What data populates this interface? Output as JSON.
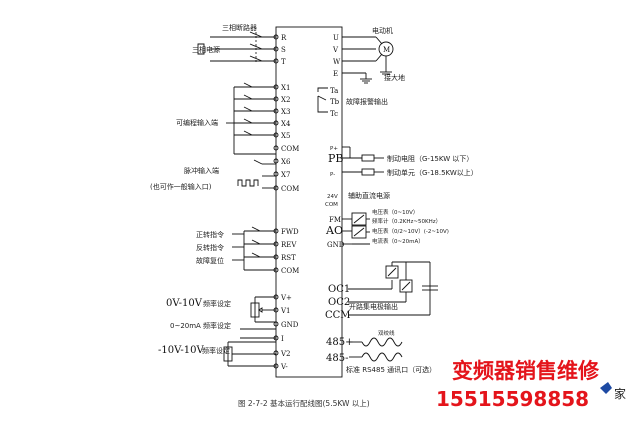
{
  "left_labels": {
    "breaker": "三相断路器",
    "power": "三相电源",
    "programmable_inputs": "可编程输入端",
    "pulse_input": "脉冲输入端",
    "pulse_input_note": "(也可作一般输入口)",
    "forward": "正转指令",
    "reverse": "反转指令",
    "fault_reset": "故障复位",
    "v_set": "0V-10V",
    "v_set_suffix": "频率设定",
    "ma_set": "0~20mA 频率设定",
    "bipolar_set": "-10V-10V",
    "bipolar_suffix": "频率设定"
  },
  "left_terminals": [
    "R",
    "S",
    "T",
    "X1",
    "X2",
    "X3",
    "X4",
    "X5",
    "COM",
    "X6",
    "X7",
    "COM",
    "FWD",
    "REV",
    "RST",
    "COM",
    "V+",
    "V1",
    "GND",
    "I",
    "V2",
    "V-"
  ],
  "right_terminals": {
    "motor_out": [
      "U",
      "V",
      "W",
      "E"
    ],
    "relay": [
      "Ta",
      "Tb",
      "Tc"
    ],
    "brake": [
      "P+",
      "PB",
      "P-"
    ],
    "aux": [
      "24V",
      "COM"
    ],
    "analog": [
      "FM",
      "AO",
      "GND"
    ],
    "oc": [
      "OC1",
      "OC2",
      "CCM"
    ],
    "rs485": [
      "485+",
      "485-"
    ]
  },
  "right_labels": {
    "motor": "电动机",
    "motor_symbol": "M",
    "ground": "接大地",
    "fault_relay": "故障报警输出",
    "brake_resistor": "制动电阻（G-15KW 以下）",
    "brake_unit": "制动单元（G-18.5KW以上）",
    "aux_power": "辅助直流电源",
    "voltmeter": "电压表（0~10V）",
    "freq_meter": "频率计（0.2KHz~50KHz）",
    "volt_meter2": "电压表（0/2~10V）(-2~10V)",
    "current_meter": "电流表（0~20mA）",
    "oc_output": "开路集电极输出",
    "twisted": "双绞线",
    "rs485": "标准 RS485 通讯口（可选）"
  },
  "caption": "图 2-7-2 基本运行配线图(5.5KW 以上)",
  "watermark": {
    "line1": "变频器销售维修",
    "line2": "15515598858",
    "logo_partial": "家",
    "color": "#e4141b"
  }
}
